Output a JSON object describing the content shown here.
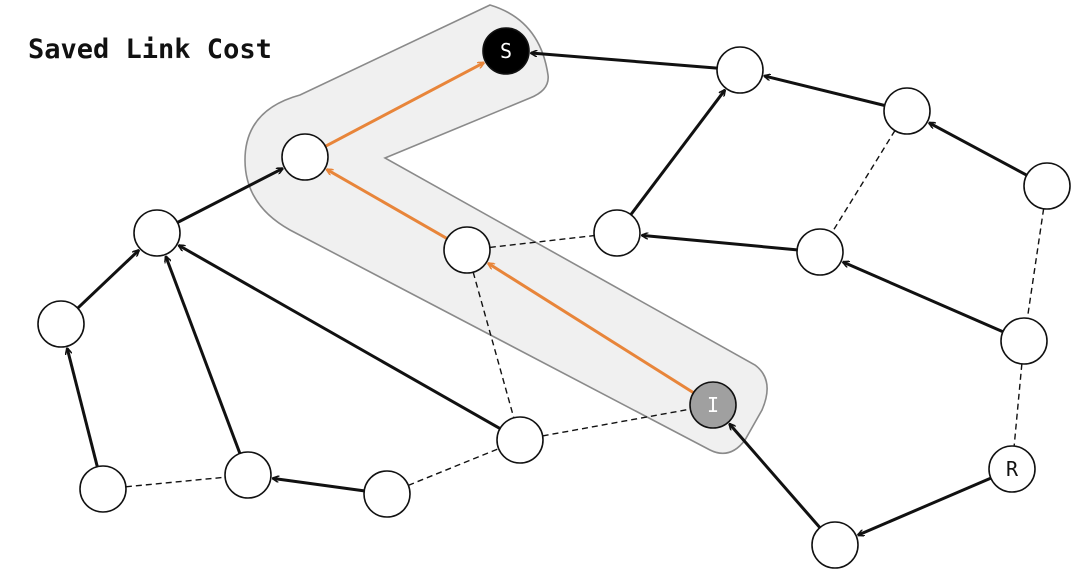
{
  "title": "Saved Link Cost",
  "colors": {
    "highlight_fill": "#f0f0f0",
    "highlight_stroke": "#8a8a8a",
    "path_edge": "#e8853a",
    "edge": "#111111",
    "node_fill": "#ffffff",
    "source_fill": "#000000",
    "intermediate_fill": "#a0a0a0"
  },
  "nodes": [
    {
      "id": "S",
      "label": "S",
      "kind": "source"
    },
    {
      "id": "I",
      "label": "I",
      "kind": "intermediate"
    },
    {
      "id": "R",
      "label": "R",
      "kind": "receiver"
    },
    {
      "id": "n1",
      "label": ""
    },
    {
      "id": "n2",
      "label": ""
    },
    {
      "id": "n3",
      "label": ""
    },
    {
      "id": "n4",
      "label": ""
    },
    {
      "id": "n5",
      "label": ""
    },
    {
      "id": "n6",
      "label": ""
    },
    {
      "id": "n7",
      "label": ""
    },
    {
      "id": "n8",
      "label": ""
    },
    {
      "id": "n9",
      "label": ""
    },
    {
      "id": "n10",
      "label": ""
    },
    {
      "id": "n11",
      "label": ""
    },
    {
      "id": "n12",
      "label": ""
    },
    {
      "id": "n13",
      "label": ""
    },
    {
      "id": "n14",
      "label": ""
    },
    {
      "id": "n15",
      "label": ""
    },
    {
      "id": "n16",
      "label": ""
    },
    {
      "id": "n17",
      "label": ""
    },
    {
      "id": "n18",
      "label": ""
    }
  ],
  "edges": [
    {
      "from": "I",
      "to": "n5",
      "style": "path"
    },
    {
      "from": "n5",
      "to": "n1",
      "style": "path"
    },
    {
      "from": "n1",
      "to": "S",
      "style": "path"
    },
    {
      "from": "n2",
      "to": "n1",
      "style": "solid"
    },
    {
      "from": "n4",
      "to": "n2",
      "style": "solid"
    },
    {
      "from": "n3",
      "to": "n4",
      "style": "solid"
    },
    {
      "from": "n7",
      "to": "n2",
      "style": "solid"
    },
    {
      "from": "n9",
      "to": "n2",
      "style": "solid"
    },
    {
      "from": "n10",
      "to": "n7",
      "style": "solid"
    },
    {
      "from": "n18",
      "to": "I",
      "style": "solid"
    },
    {
      "from": "R",
      "to": "n18",
      "style": "solid"
    },
    {
      "from": "n17",
      "to": "n14",
      "style": "solid"
    },
    {
      "from": "n16",
      "to": "n13",
      "style": "solid"
    },
    {
      "from": "n13",
      "to": "n12",
      "style": "solid"
    },
    {
      "from": "n12",
      "to": "S",
      "style": "solid"
    },
    {
      "from": "n14",
      "to": "n11",
      "style": "solid"
    },
    {
      "from": "n11",
      "to": "n12",
      "style": "solid"
    },
    {
      "from": "n6",
      "to": "n7",
      "style": "dashed"
    },
    {
      "from": "n10",
      "to": "n9",
      "style": "dashed"
    },
    {
      "from": "n9",
      "to": "I",
      "style": "dashed"
    },
    {
      "from": "n5",
      "to": "n9",
      "style": "dashed"
    },
    {
      "from": "n5",
      "to": "n11",
      "style": "dashed"
    },
    {
      "from": "n13",
      "to": "n14",
      "style": "dashed"
    },
    {
      "from": "n16",
      "to": "n17",
      "style": "dashed"
    },
    {
      "from": "n17",
      "to": "R",
      "style": "dashed"
    }
  ]
}
